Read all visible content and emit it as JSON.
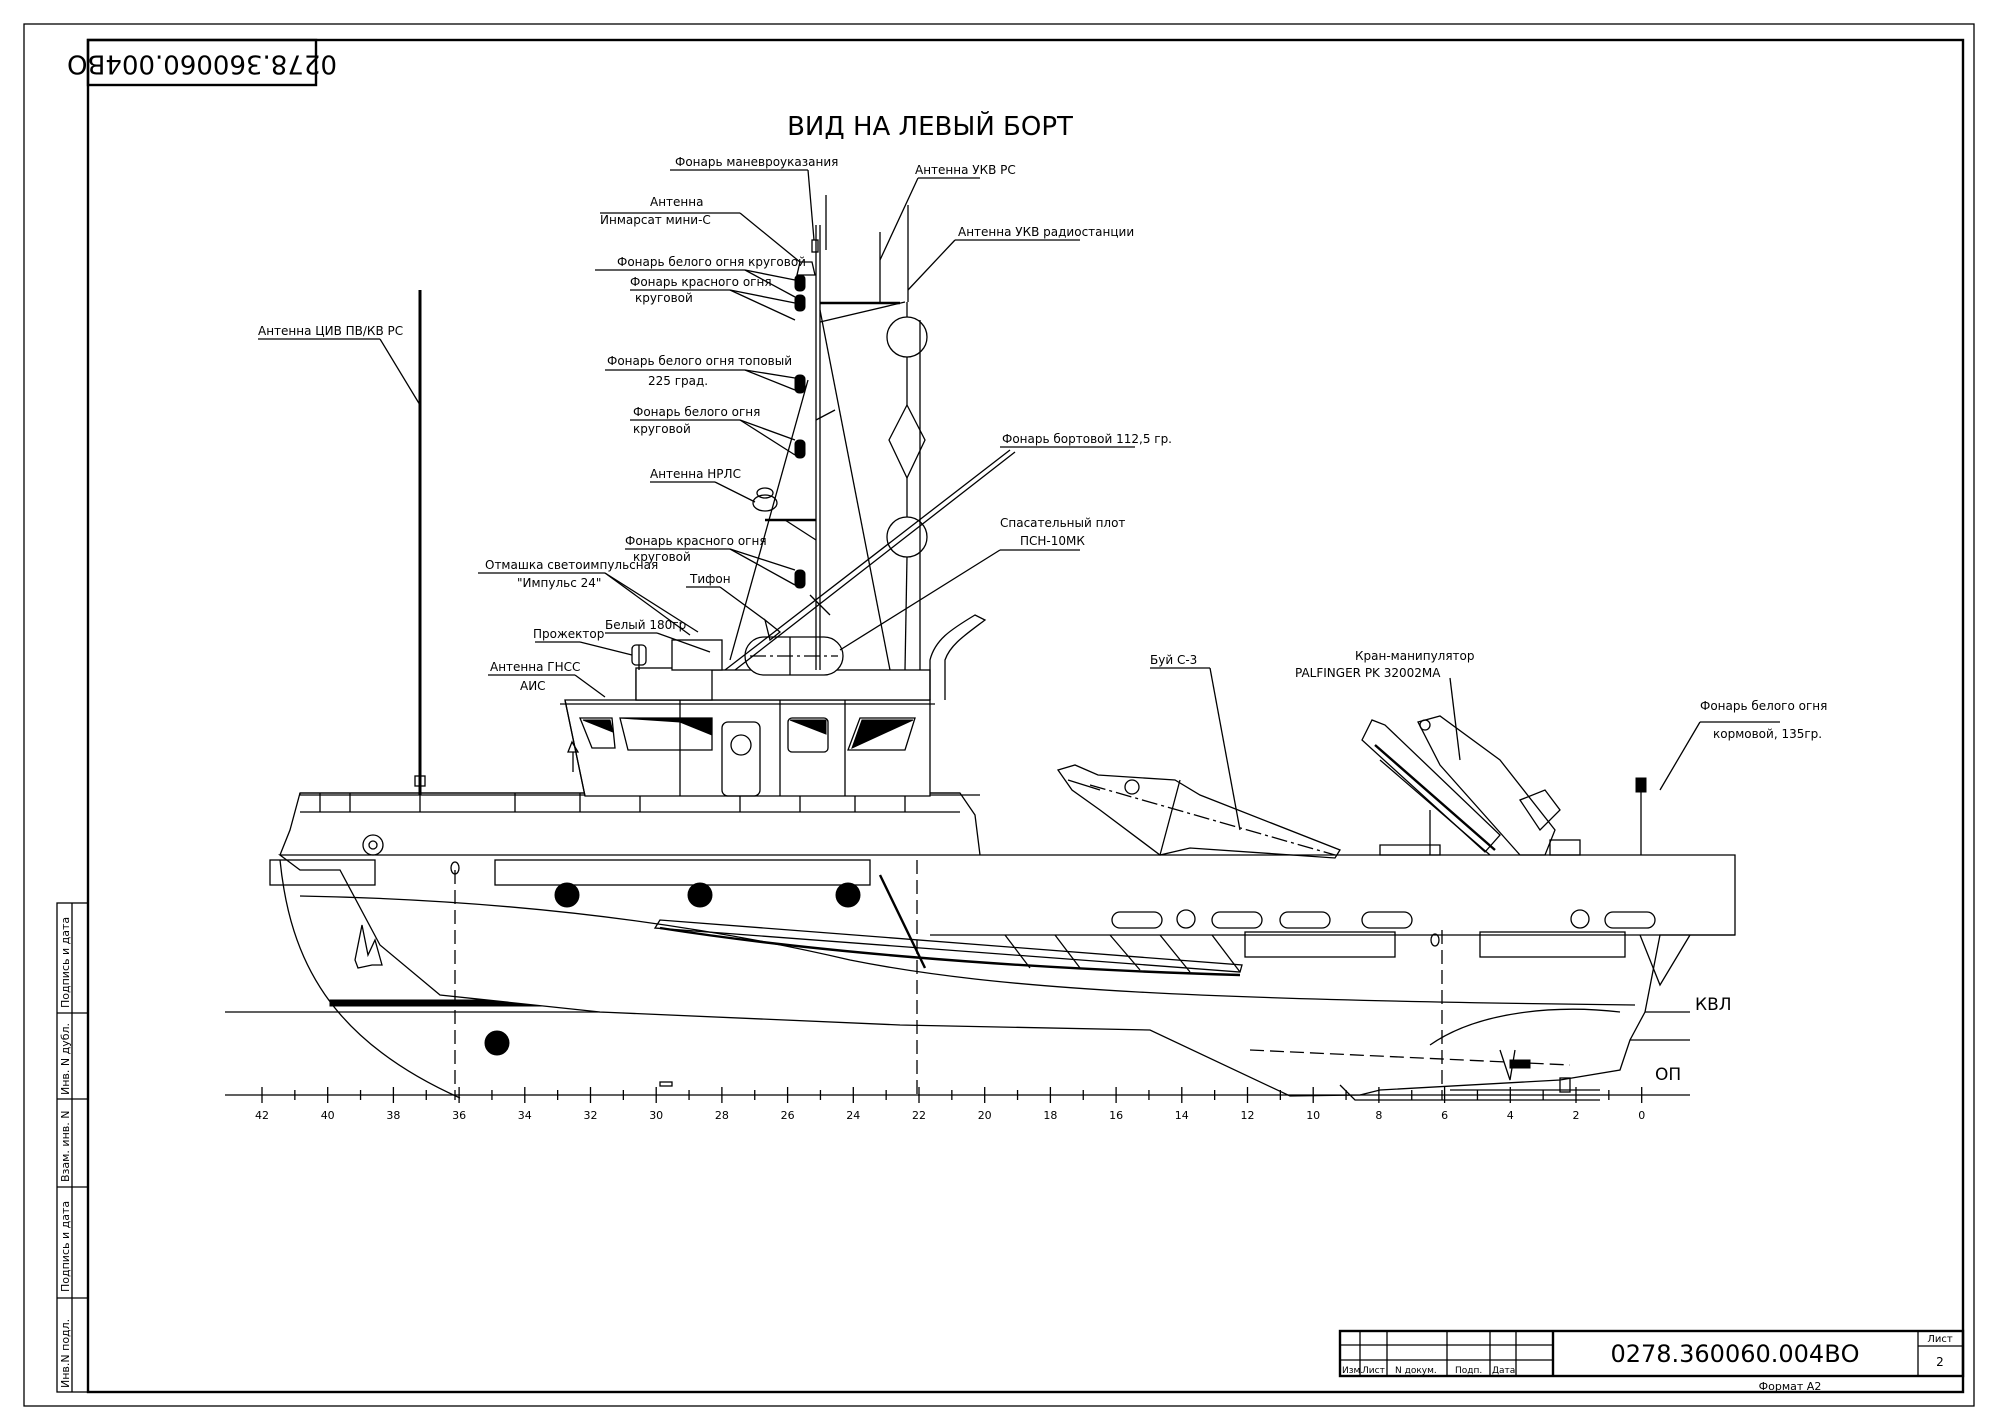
{
  "drawing": {
    "title": "ВИД НА ЛЕВЫЙ БОРТ",
    "document_code": "0278.360060.004ВО",
    "document_code_rotated": "0278.360060.004ВО",
    "waterline_label": "КВЛ",
    "baseline_label": "ОП"
  },
  "callouts": {
    "maneuver_light": "Фонарь маневроуказания",
    "inmarsat_antenna_1": "Антенна",
    "inmarsat_antenna_2": "Инмарсат мини-С",
    "white_allround_top": "Фонарь белого огня круговой",
    "red_allround_top_1": "Фонарь красного огня",
    "red_allround_top_2": "круговой",
    "masthead_light_1": "Фонарь белого огня топовый",
    "masthead_light_2": "225 град.",
    "white_allround_mid_1": "Фонарь белого огня",
    "white_allround_mid_2": "круговой",
    "radar_antenna": "Антенна НРЛС",
    "red_allround_low_1": "Фонарь красного огня",
    "red_allround_low_2": "круговой",
    "strobe_1": "Отмашка светоимпульсная",
    "strobe_2": "\"Импульс 24\"",
    "typhon": "Тифон",
    "white_180": "Белый 180гр",
    "searchlight": "Прожектор",
    "gnss_antenna_1": "Антенна ГНСС",
    "gnss_antenna_2": "АИС",
    "mf_hf_antenna": "Антенна ЦИВ ПВ/КВ РС",
    "vhf_antenna": "Антенна УКВ РС",
    "vhf_radio_antenna": "Антенна УКВ радиостанции",
    "side_light": "Фонарь бортовой 112,5 гр.",
    "liferaft_1": "Спасательный плот",
    "liferaft_2": "ПСН-10МК",
    "buoy": "Буй С-3",
    "crane_1": "Кран-манипулятор",
    "crane_2": "PALFINGER PK 32002MA",
    "stern_light_1": "Фонарь белого огня",
    "stern_light_2": "кормовой, 135гр."
  },
  "frame_scale": {
    "labels": [
      "42",
      "40",
      "38",
      "36",
      "34",
      "32",
      "30",
      "28",
      "26",
      "24",
      "22",
      "20",
      "18",
      "16",
      "14",
      "12",
      "10",
      "8",
      "6",
      "4",
      "2",
      "0"
    ]
  },
  "title_block": {
    "code": "0278.360060.004ВО",
    "sheet_label": "Лист",
    "sheet_number": "2",
    "format": "Формат А2",
    "columns": [
      "Изм.",
      "Лист",
      "N докум.",
      "Подп.",
      "Дата"
    ]
  },
  "side_stamp": [
    "Инв.N подл.",
    "Подпись и дата",
    "Взам. инв. N",
    "Инв. N дубл.",
    "Подпись и дата"
  ]
}
